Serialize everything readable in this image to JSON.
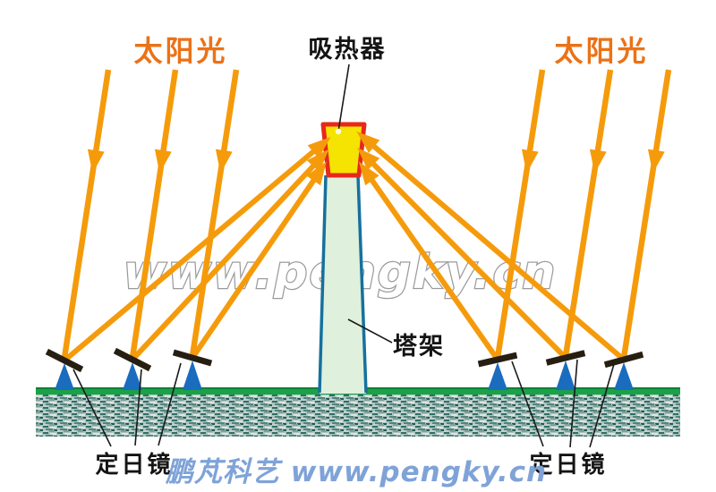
{
  "labels": {
    "sunlight_left": "太阳光",
    "sunlight_right": "太阳光",
    "receiver": "吸热器",
    "tower": "塔架",
    "heliostat_left": "定日镜",
    "heliostat_right": "定日镜"
  },
  "watermarks": {
    "center": "www.pengky.cn",
    "footer": "鹏芃科艺 www.pengky.cn"
  },
  "colors": {
    "ray": "#F59B0B",
    "sun-label": "#EB7217",
    "label": "#141414",
    "leader": "#1A1A1A",
    "receiver-fill": "#F5E402",
    "receiver-stroke": "#E8281B",
    "receiver-dot": "#FFFBD9",
    "tower-fill": "#DFF0DC",
    "tower-stroke": "#16719E",
    "ground-green": "#1AA246",
    "ground-green-dark": "#0C7A34",
    "pedestal": "#1A6CBE",
    "mirror": "#271E12",
    "watermark-fill": "#FFFFFF",
    "watermark-stroke": "#9B9B9B",
    "footer-watermark": "#7FA3D8",
    "background": "#FFFFFF"
  }
}
